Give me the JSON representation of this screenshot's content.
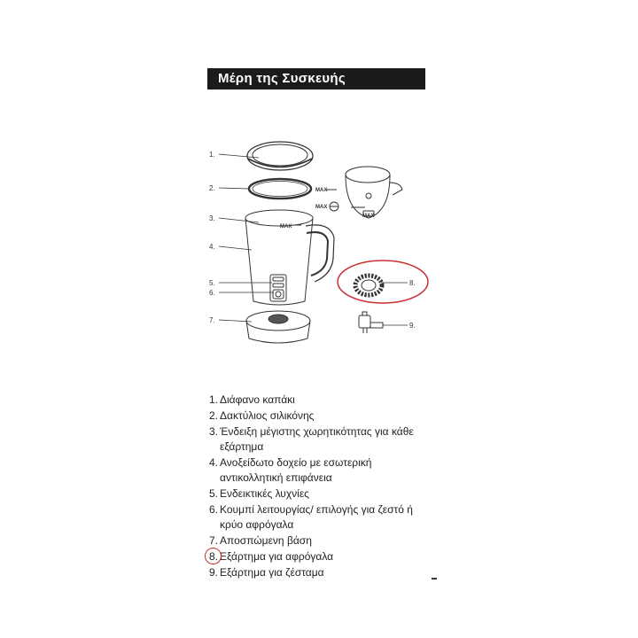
{
  "title": "Μέρη της Συσκευής",
  "diagram": {
    "labels": [
      "1.",
      "2.",
      "3.",
      "4.",
      "5.",
      "6.",
      "7.",
      "8.",
      "9."
    ],
    "max_mark": "MAX",
    "accent_color": "#c8302e"
  },
  "legend": [
    {
      "num": "1.",
      "text": "Διάφανο καπάκι"
    },
    {
      "num": "2.",
      "text": "Δακτύλιος σιλικόνης"
    },
    {
      "num": "3.",
      "text": "Ένδειξη μέγιστης χωρητικότητας για κάθε εξάρτημα"
    },
    {
      "num": "4.",
      "text": "Ανοξείδωτο δοχείο με εσωτερική αντικολλητική επιφάνεια"
    },
    {
      "num": "5.",
      "text": "Ενδεικτικές λυχνίες"
    },
    {
      "num": "6.",
      "text": "Κουμπί λειτουργίας/ επιλογής για ζεστό ή κρύο αφρόγαλα"
    },
    {
      "num": "7.",
      "text": "Αποσπώμενη βάση"
    },
    {
      "num": "8.",
      "text": "Εξάρτημα για αφρόγαλα"
    },
    {
      "num": "9.",
      "text": "Εξάρτημα για ζέσταμα"
    }
  ]
}
